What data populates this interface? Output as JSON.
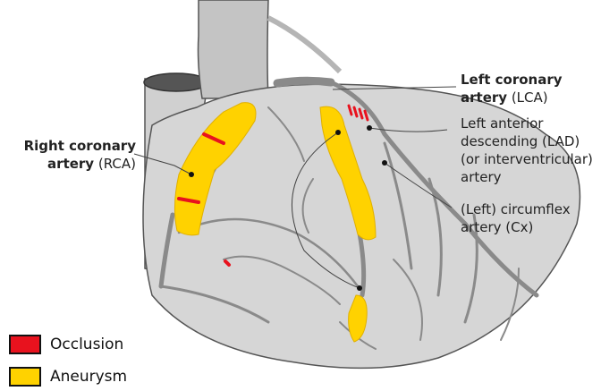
{
  "labels": {
    "rca_bold": "Right coronary",
    "rca_line2_bold": "artery",
    "rca_abbr": "(RCA)",
    "lca_bold": "Left coronary",
    "lca_line2_bold": "artery",
    "lca_abbr": "(LCA)",
    "lad_lines": [
      "Left anterior",
      "descending (LAD)",
      "(or interventricular)",
      "artery"
    ],
    "cx_lines": [
      "(Left) circumflex",
      "artery (Cx)"
    ]
  },
  "legend": [
    {
      "label": "Occlusion",
      "color": "#e8121e"
    },
    {
      "label": "Aneurysm",
      "color": "#ffd200"
    }
  ],
  "colors": {
    "heart": "#d5d5d5",
    "heart_outline": "#555555",
    "vessel": "#8a8a8a",
    "aneurysm": "#ffd200",
    "occlusion": "#e8121e"
  }
}
